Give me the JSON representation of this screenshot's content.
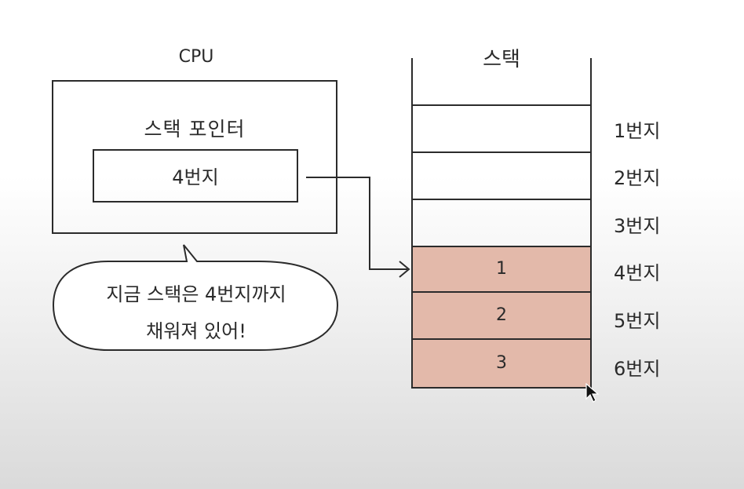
{
  "cpu": {
    "title": "CPU",
    "stack_pointer_label": "스택 포인터",
    "stack_pointer_value": "4번지"
  },
  "speech_bubble": {
    "line1": "지금 스택은 4번지까지",
    "line2": "채워져 있어!"
  },
  "stack": {
    "title": "스택",
    "slots": [
      {
        "value": "",
        "address": "",
        "filled": false
      },
      {
        "value": "",
        "address": "1번지",
        "filled": false
      },
      {
        "value": "",
        "address": "2번지",
        "filled": false
      },
      {
        "value": "",
        "address": "3번지",
        "filled": false
      },
      {
        "value": "1",
        "address": "4번지",
        "filled": true
      },
      {
        "value": "2",
        "address": "5번지",
        "filled": true
      },
      {
        "value": "3",
        "address": "6번지",
        "filled": true
      }
    ]
  },
  "colors": {
    "filled_slot": "#e3b9aa",
    "line": "#2b2b2b"
  }
}
